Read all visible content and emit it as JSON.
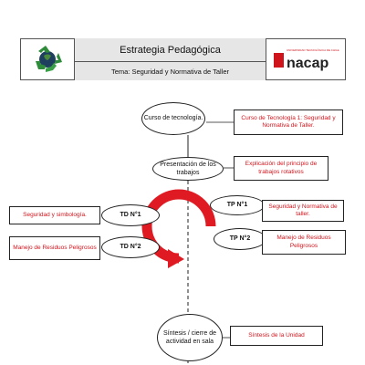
{
  "header": {
    "title": "Estrategia Pedagógica",
    "subtitle": "Tema: Seguridad y Normativa de Taller",
    "brand_tagline": "UNIVERSIDAD TECNOLÓGICA DE CHILE",
    "brand_name": "nacap"
  },
  "flow": {
    "step1": {
      "label": "Curso de tecnología.",
      "note": "Curso de Tecnología 1: Seguridad y Normativa de Taller."
    },
    "step2": {
      "label": "Presentación de los trabajos",
      "note": "Explicación del principio de trabajos rotativos"
    },
    "td1": {
      "label": "TD N°1",
      "note": "Seguridad y simbología."
    },
    "td2": {
      "label": "TD N°2",
      "note": "Manejo de Residuos Peligrosos"
    },
    "tp1": {
      "label": "TP N°1",
      "note": "Seguridad y Normativa de taller."
    },
    "tp2": {
      "label": "TP N°2",
      "note": "Manejo de Residuos Peligrosos"
    },
    "final": {
      "label": "Síntesis / cierre de actividad en sala",
      "note": "Síntesis de la Unidad"
    }
  },
  "colors": {
    "accent": "#d0141c",
    "header_fill": "#e6e6e6",
    "recycle_green": "#2e8b3a"
  }
}
